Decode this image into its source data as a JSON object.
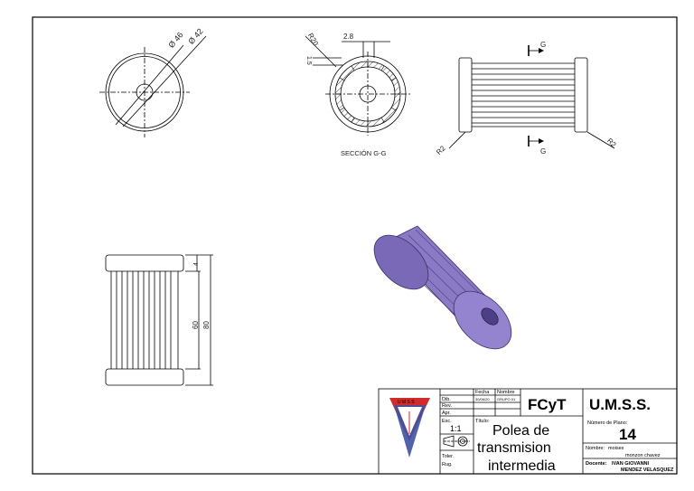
{
  "views": {
    "front": {
      "dia_outer": "Ø 46",
      "dia_inner": "Ø 42"
    },
    "section": {
      "radius": "R20",
      "width": "2.8",
      "depth": "1.5",
      "caption": "SECCIÓN G-G"
    },
    "side": {
      "cut_label_top": "G",
      "cut_label_bottom": "G",
      "chamfer_left": "R2",
      "chamfer_right": "R2"
    },
    "bottom": {
      "flange_height": "4",
      "body_height": "60",
      "total_height": "80"
    }
  },
  "title_block": {
    "col_fecha": "Fecha",
    "col_nombre": "Nombre",
    "row_dib": "Dib.",
    "row_rev": "Rev.",
    "row_apr": "Apr.",
    "row_esc": "Esc.",
    "dib_fecha": "30/06/20",
    "dib_nombre": "GRUPO 01",
    "scale_value": "1:1",
    "row_toler": "Toler.",
    "row_rug": "Rug.",
    "titulo_label": "Título:",
    "title_line1": "Polea de",
    "title_line2": "transmision",
    "title_line3": "intermedia",
    "faculty": "FCyT",
    "university": "U.M.S.S.",
    "plano_label": "Número de Plano:",
    "plano_number": "14",
    "nombre_label": "Nombre:",
    "nombre_line1": "moises",
    "nombre_line2": "monzon chavez",
    "docente_label": "Docente:",
    "docente_line1": "IVAN GIOVANNI",
    "docente_line2": "MENDEZ VELASQUEZ",
    "logo_text": "U M S S"
  },
  "colors": {
    "part": "#8a79c4",
    "part_dark": "#5d4f96",
    "logo_red": "#d32a2a",
    "logo_blue": "#3f51a3"
  }
}
